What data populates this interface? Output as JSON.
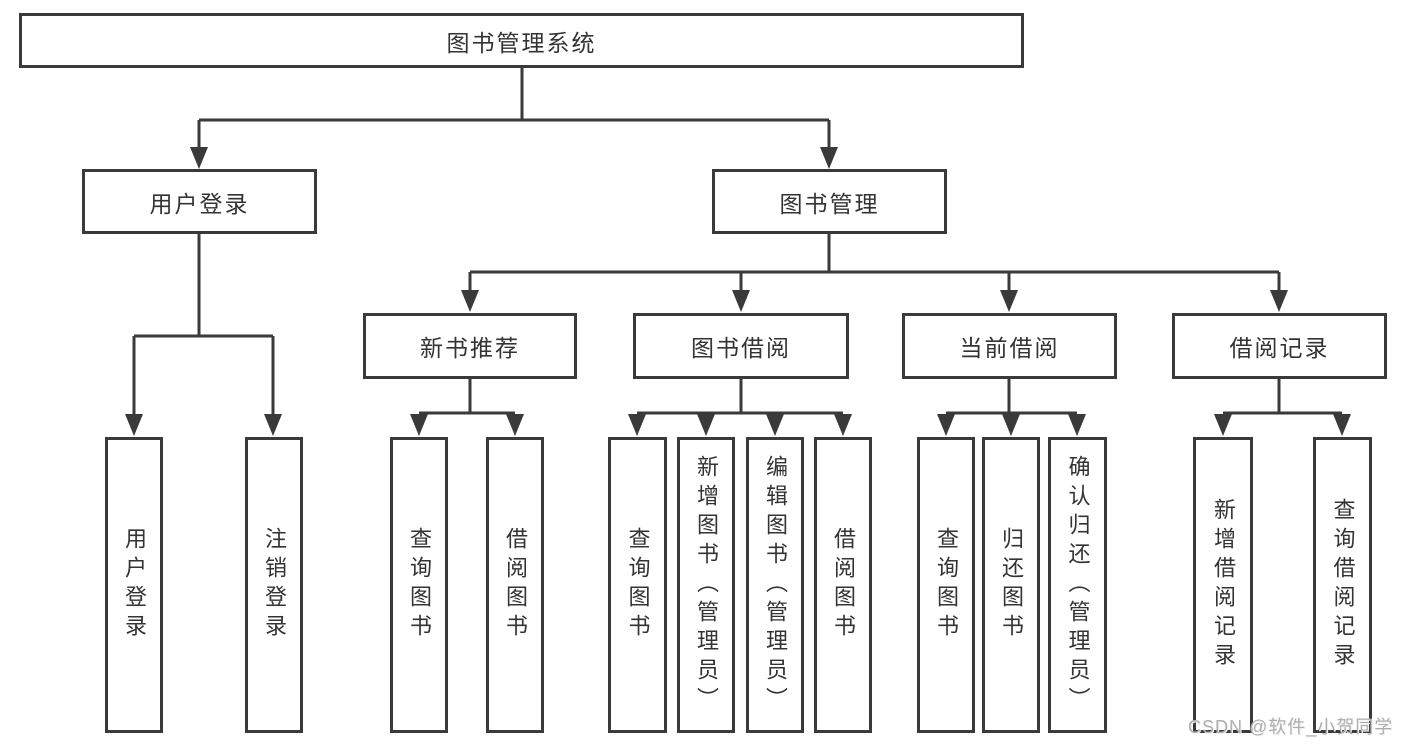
{
  "diagram": {
    "root": {
      "label": "图书管理系统"
    },
    "branches": [
      {
        "label": "用户登录",
        "children": [
          {
            "label": "用户登录"
          },
          {
            "label": "注销登录"
          }
        ]
      },
      {
        "label": "图书管理",
        "children": [
          {
            "label": "新书推荐",
            "children": [
              {
                "label": "查询图书"
              },
              {
                "label": "借阅图书"
              }
            ]
          },
          {
            "label": "图书借阅",
            "children": [
              {
                "label": "查询图书"
              },
              {
                "label": "新增图书（管理员）"
              },
              {
                "label": "编辑图书（管理员）"
              },
              {
                "label": "借阅图书"
              }
            ]
          },
          {
            "label": "当前借阅",
            "children": [
              {
                "label": "查询图书"
              },
              {
                "label": "归还图书"
              },
              {
                "label": "确认归还（管理员）"
              }
            ]
          },
          {
            "label": "借阅记录",
            "children": [
              {
                "label": "新增借阅记录"
              },
              {
                "label": "查询借阅记录"
              }
            ]
          }
        ]
      }
    ],
    "watermark": "CSDN @软件_小贺同学"
  },
  "colors": {
    "line": "#3a3a3a",
    "text": "#333333",
    "watermark": "#aeaeae"
  }
}
